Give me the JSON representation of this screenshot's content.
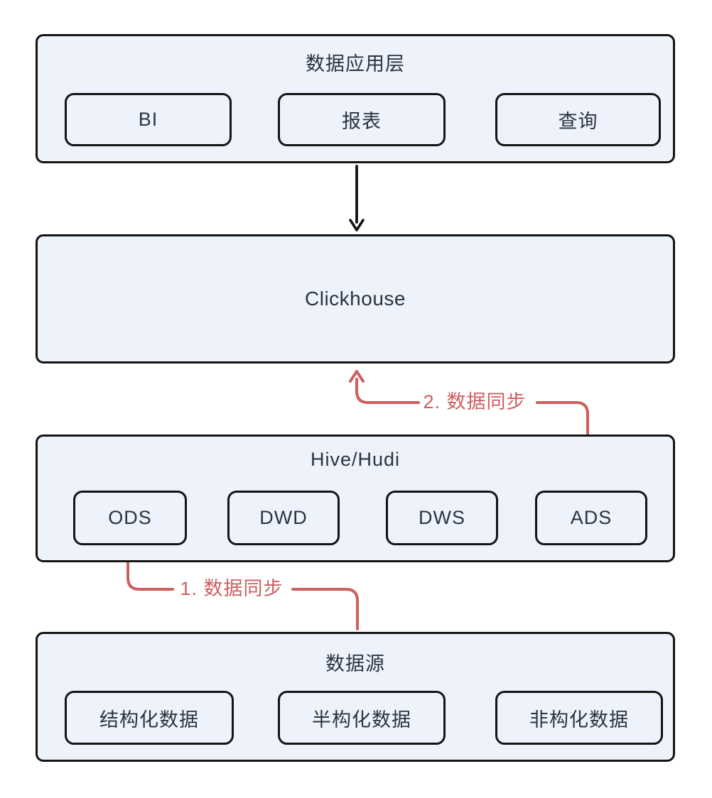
{
  "layers": {
    "app": {
      "title": "数据应用层",
      "items": [
        {
          "label": "BI"
        },
        {
          "label": "报表"
        },
        {
          "label": "查询"
        }
      ]
    },
    "clickhouse": {
      "title": "Clickhouse"
    },
    "hive": {
      "title": "Hive/Hudi",
      "items": [
        {
          "label": "ODS"
        },
        {
          "label": "DWD"
        },
        {
          "label": "DWS"
        },
        {
          "label": "ADS"
        }
      ]
    },
    "source": {
      "title": "数据源",
      "items": [
        {
          "label": "结构化数据"
        },
        {
          "label": "半构化数据"
        },
        {
          "label": "非构化数据"
        }
      ]
    }
  },
  "connectors": {
    "sync1": {
      "label": "1. 数据同步",
      "from": "数据源",
      "to": "ODS"
    },
    "sync2": {
      "label": "2. 数据同步",
      "from": "ADS",
      "to": "Clickhouse"
    }
  },
  "colors": {
    "box_fill": "#eef2fa",
    "line_black": "#141414",
    "accent_red": "#cd5f5f",
    "text": "#2b3342"
  }
}
